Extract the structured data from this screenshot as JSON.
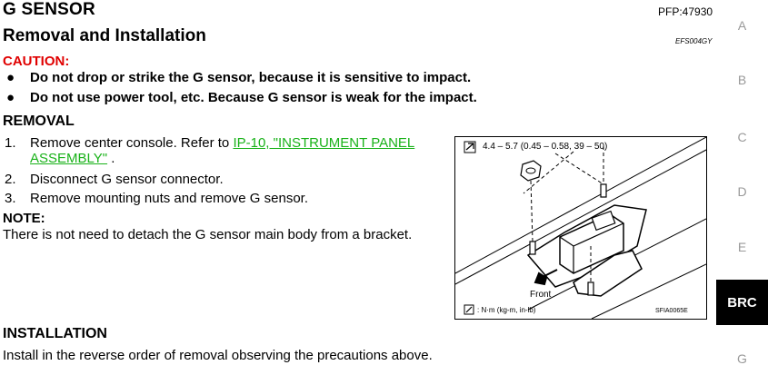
{
  "header": {
    "title": "G SENSOR",
    "pfp": "PFP:47930"
  },
  "section": {
    "title": "Removal and Installation",
    "code": "EFS004GY"
  },
  "caution": {
    "label": "CAUTION:",
    "items": [
      "Do not drop or strike the G sensor, because it is sensitive to impact.",
      "Do not use power tool, etc. Because G sensor is weak for the impact."
    ]
  },
  "removal": {
    "heading": "REMOVAL",
    "steps": [
      {
        "num": "1.",
        "pre": "Remove center console. Refer to ",
        "link1": "IP-10, \"INSTRUMENT PANEL",
        "link2": "ASSEMBLY\"",
        "post": " ."
      },
      {
        "num": "2.",
        "text": "Disconnect G sensor connector."
      },
      {
        "num": "3.",
        "text": "Remove mounting nuts and remove G sensor."
      }
    ],
    "note_label": "NOTE:",
    "note_text": "There is not need to detach the G sensor main body from a bracket."
  },
  "figure": {
    "torque": "4.4 – 5.7 (0.45 – 0.58, 39 – 50)",
    "front": "Front",
    "units": ": N·m (kg-m, in-lb)",
    "code": "SFIA0065E"
  },
  "installation": {
    "heading": "INSTALLATION",
    "text": "Install in the reverse order of removal observing the precautions above."
  },
  "side_tabs": [
    "A",
    "B",
    "C",
    "D",
    "E",
    "BRC",
    "G"
  ],
  "colors": {
    "caution": "#e00000",
    "link": "#19b219",
    "active_tab_bg": "#000000"
  }
}
